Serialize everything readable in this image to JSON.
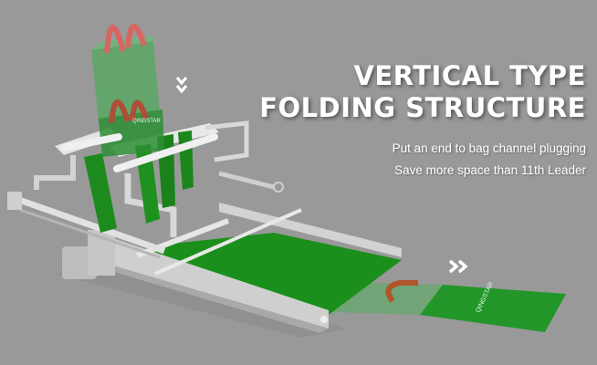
{
  "banner": {
    "headline": [
      "VERTICAL TYPE",
      "FOLDING STRUCTURE"
    ],
    "subtitle_lines": [
      "Put an end to bag channel plugging",
      "Save more space than 11th Leader"
    ]
  },
  "illustration": {
    "subject": "bag-folding-machine-3d-render",
    "bag_brand_label": "QINGSTAR",
    "down_arrow_icon": "double-chevron-down",
    "right_arrow_icon": "double-chevron-right"
  },
  "colors": {
    "background": "#999999",
    "belt_green": "#1e8a1e",
    "bag_green_translucent": "#6fae78",
    "handle_red": "#d95a55",
    "frame_gray": "#d6d6d6",
    "text": "#ffffff"
  }
}
